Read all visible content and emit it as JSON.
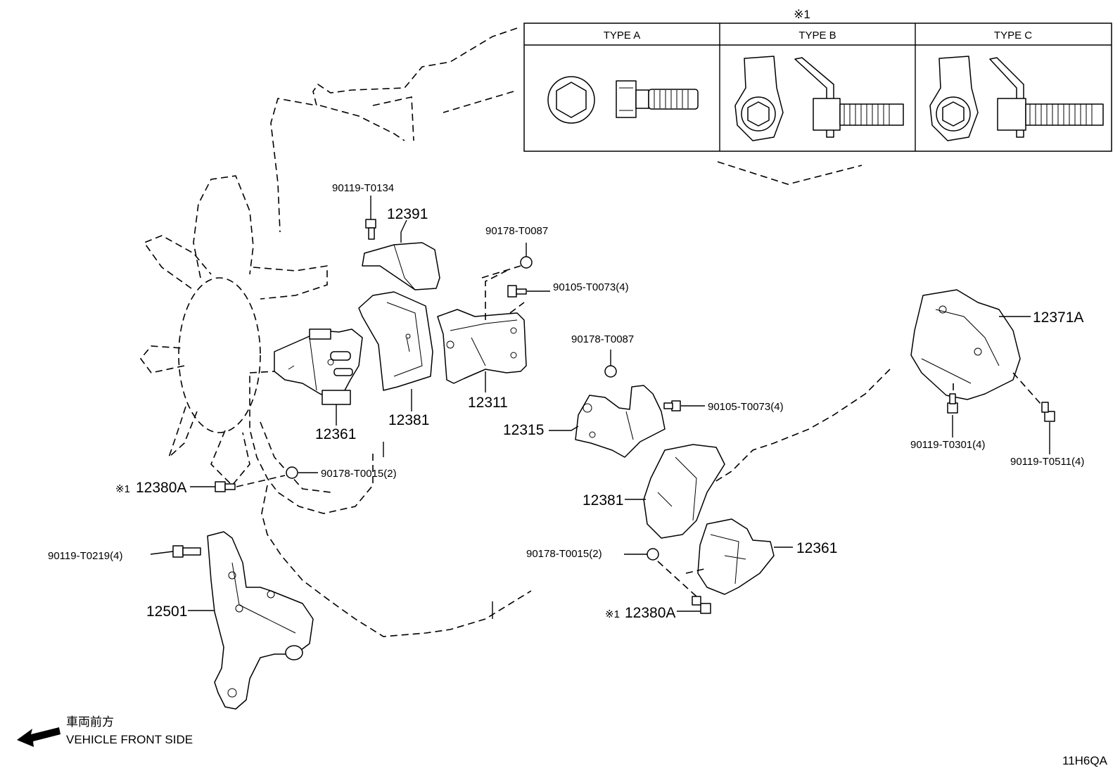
{
  "inset": {
    "note": "※1",
    "types": [
      {
        "label": "TYPE A"
      },
      {
        "label": "TYPE B"
      },
      {
        "label": "TYPE C"
      }
    ]
  },
  "parts": {
    "p90119_T0134": "90119-T0134",
    "p12391": "12391",
    "p90178_T0087_a": "90178-T0087",
    "p90105_T0073_a": "90105-T0073(4)",
    "p12361_a": "12361",
    "p12381_a": "12381",
    "p12311": "12311",
    "p90178_T0087_b": "90178-T0087",
    "p90105_T0073_b": "90105-T0073(4)",
    "p12315": "12315",
    "p12371A": "12371A",
    "p90119_T0301": "90119-T0301(4)",
    "p90119_T0511": "90119-T0511(4)",
    "p12380A_a_mark": "※1",
    "p12380A_a": "12380A",
    "p90178_T0015_a": "90178-T0015(2)",
    "p12381_b": "12381",
    "p90119_T0219": "90119-T0219(4)",
    "p12501": "12501",
    "p90178_T0015_b": "90178-T0015(2)",
    "p12361_b": "12361",
    "p12380A_b_mark": "※1",
    "p12380A_b": "12380A"
  },
  "orientation": {
    "jp": "車両前方",
    "en": "VEHICLE FRONT SIDE"
  },
  "figure_code": "11H6QA"
}
